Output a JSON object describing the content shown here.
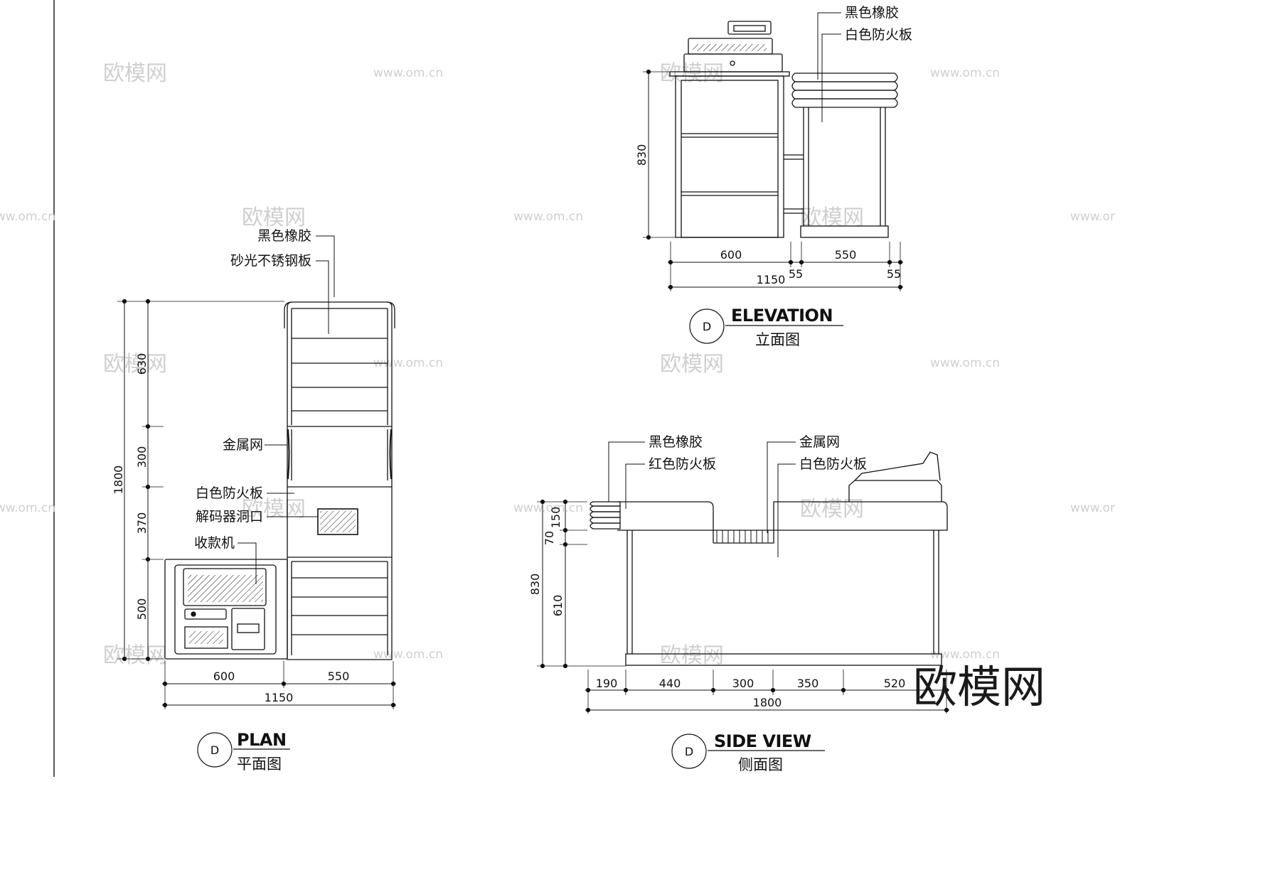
{
  "plan": {
    "title_en": "PLAN",
    "title_zh": "平面图",
    "marker": "D",
    "labels": [
      "黑色橡胶",
      "砂光不锈钢板",
      "金属网",
      "白色防火板",
      "解码器洞口",
      "收款机"
    ],
    "vertical_dims": [
      "630",
      "300",
      "370",
      "500"
    ],
    "overall_height": "1800",
    "horizontal_dims": [
      "600",
      "550"
    ],
    "overall_width": "1150"
  },
  "elevation": {
    "title_en": "ELEVATION",
    "title_zh": "立面图",
    "marker": "D",
    "labels": [
      "黑色橡胶",
      "白色防火板"
    ],
    "height": "830",
    "horizontal_dims": [
      "600",
      "550"
    ],
    "small_dims": [
      "55",
      "55"
    ],
    "overall_width": "1150"
  },
  "side_view": {
    "title_en": "SIDE VIEW",
    "title_zh": "侧面图",
    "marker": "D",
    "labels": [
      "黑色橡胶",
      "红色防火板",
      "金属网",
      "白色防火板"
    ],
    "vertical_dims": [
      "150",
      "70",
      "610"
    ],
    "overall_height": "830",
    "horizontal_dims": [
      "190",
      "440",
      "300",
      "350",
      "520"
    ],
    "overall_width": "1800"
  },
  "watermarks": {
    "logo": "欧模网",
    "url": "www.om.cn"
  },
  "brand": "欧模网",
  "colors": {
    "line": "#111111",
    "watermark": "#cfcfcf"
  }
}
